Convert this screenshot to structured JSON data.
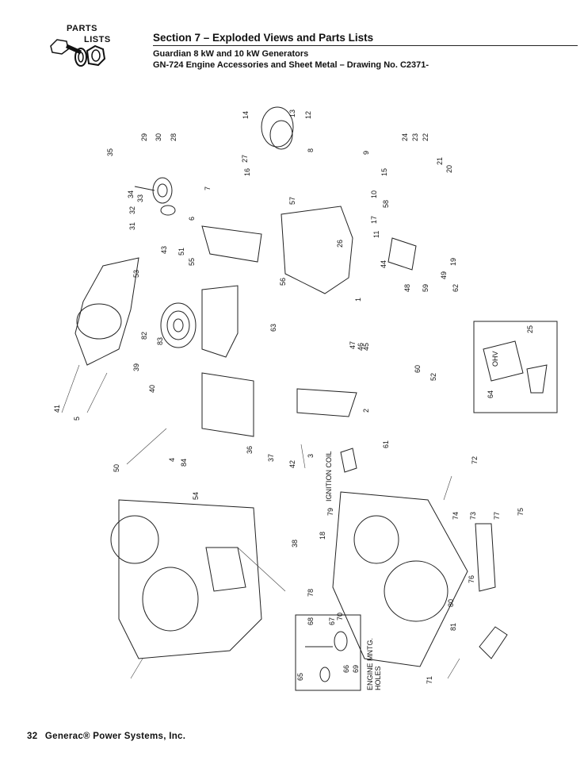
{
  "logo": {
    "line1": "PARTS",
    "line2": "LISTS"
  },
  "header": {
    "section_title": "Section 7 – Exploded Views and Parts Lists",
    "subtitle1": "Guardian 8 kW and 10 kW Generators",
    "subtitle2": "GN-724 Engine Accessories and Sheet Metal – Drawing No. C2371-"
  },
  "labels": {
    "ignition_coil": "IGNITION COIL",
    "engine_mntg": "ENGINE MNTG.",
    "holes": "HOLES",
    "ohv": "OHV"
  },
  "callouts": [
    "1",
    "2",
    "3",
    "4",
    "5",
    "6",
    "7",
    "8",
    "9",
    "10",
    "11",
    "12",
    "13",
    "14",
    "15",
    "16",
    "17",
    "18",
    "19",
    "20",
    "21",
    "22",
    "23",
    "24",
    "25",
    "26",
    "27",
    "28",
    "29",
    "30",
    "31",
    "32",
    "33",
    "34",
    "35",
    "36",
    "37",
    "38",
    "39",
    "40",
    "41",
    "42",
    "43",
    "44",
    "45",
    "46",
    "47",
    "48",
    "49",
    "50",
    "51",
    "52",
    "53",
    "54",
    "55",
    "56",
    "57",
    "58",
    "59",
    "60",
    "61",
    "62",
    "63",
    "64",
    "65",
    "66",
    "67",
    "68",
    "69",
    "70",
    "71",
    "72",
    "73",
    "74",
    "75",
    "76",
    "77",
    "78",
    "79",
    "80",
    "81",
    "82",
    "83",
    "84"
  ],
  "footer": {
    "page_number": "32",
    "company": "Generac® Power Systems, Inc."
  }
}
